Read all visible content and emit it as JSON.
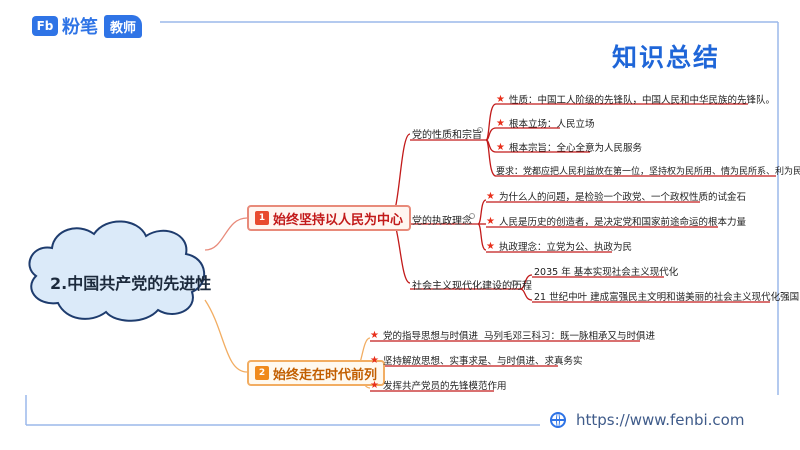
{
  "header": {
    "logo_mark": "Fb",
    "logo_text": "粉笔",
    "logo_badge": "教师",
    "title": "知识总结"
  },
  "footer": {
    "url": "https://www.fenbi.com"
  },
  "mindmap": {
    "root": "2.中国共产党的先进性",
    "branches": [
      {
        "number": "1",
        "label": "始终坚持以人民为中心",
        "children": [
          {
            "label": "党的性质和宗旨",
            "items": [
              "性质：中国工人阶级的先锋队，中国人民和中华民族的先锋队。",
              "根本立场：人民立场",
              "根本宗旨：全心全意为人民服务",
              "要求：党都应把人民利益放在第一位，坚持权为民所用、情为民所系、利为民所谋"
            ]
          },
          {
            "label": "党的执政理念",
            "items": [
              "为什么人的问题，是检验一个政党、一个政权性质的试金石",
              "人民是历史的创造者，是决定党和国家前途命运的根本力量",
              "执政理念：立党为公、执政为民"
            ]
          },
          {
            "label": "社会主义现代化建设的历程",
            "items": [
              "2035 年 基本实现社会主义现代化",
              "21 世纪中叶 建成富强民主文明和谐美丽的社会主义现代化强国"
            ]
          }
        ]
      },
      {
        "number": "2",
        "label": "始终走在时代前列",
        "children": [
          {
            "label": "党的指导思想与时俱进",
            "items": [
              "马列毛邓三科习：既一脉相承又与时俱进"
            ]
          },
          {
            "label": "坚持解放思想、实事求是、与时俱进、求真务实",
            "items": []
          },
          {
            "label": "发挥共产党员的先锋模范作用",
            "items": []
          }
        ]
      }
    ]
  }
}
